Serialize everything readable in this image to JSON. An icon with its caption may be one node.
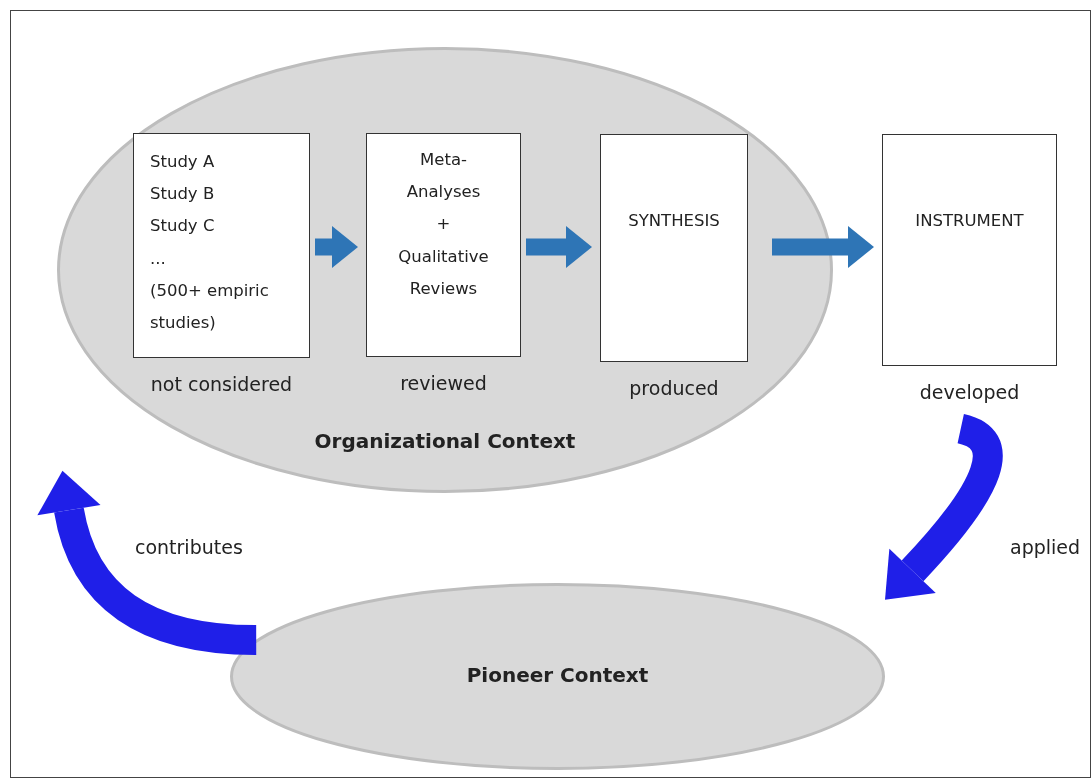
{
  "diagram": {
    "nodes": [
      {
        "text": [
          "Organizational Context"
        ]
      },
      {
        "text": [
          "Study A",
          "Study B",
          "Study C",
          "...",
          "(500+ empiric studies)"
        ],
        "in": 0,
        "beside": [
          "not considered"
        ]
      },
      {
        "text": [
          "Meta-Analyses + Qualitative Reviews"
        ],
        "in": 0,
        "beside": [
          "reviewed"
        ]
      },
      {
        "text": [
          "SYNTHESIS"
        ],
        "in": 0,
        "beside": [
          "produced"
        ]
      },
      {
        "text": [
          "INSTRUMENT"
        ],
        "beside": [
          "developed"
        ]
      },
      {
        "text": [
          "Pioneer Context"
        ]
      }
    ],
    "edges": [
      {
        "from": 1,
        "to": 2,
        "arrow": "to"
      },
      {
        "from": 2,
        "to": 3,
        "arrow": "to"
      },
      {
        "from": 3,
        "to": 4,
        "arrow": "to"
      },
      {
        "from": 4,
        "to": 5,
        "arrow": "to",
        "label": "applied",
        "color": "#1f1fe8"
      },
      {
        "from": 5,
        "to": 0,
        "arrow": "to",
        "label": "contributes",
        "color": "#1f1fe8"
      }
    ]
  }
}
